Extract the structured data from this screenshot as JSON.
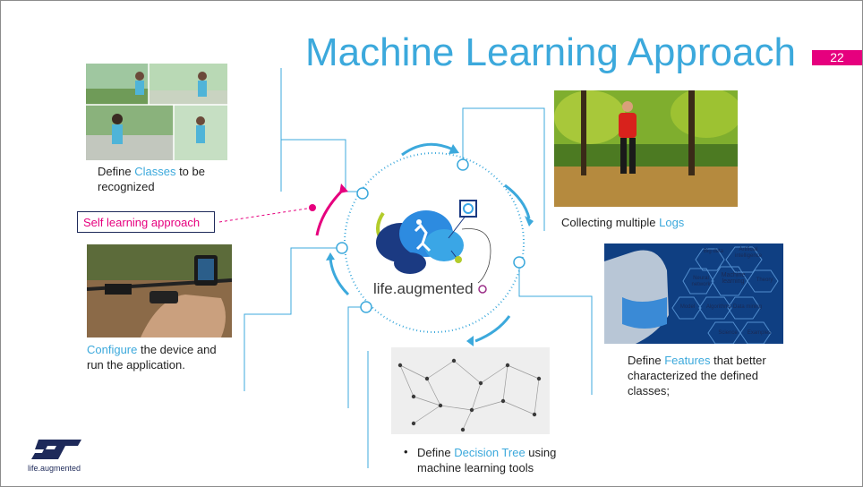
{
  "slide": {
    "title": "Machine Learning Approach",
    "page_number": "22"
  },
  "steps": {
    "classes": {
      "prefix": "Define ",
      "highlight": "Classes",
      "suffix": " to be",
      "line2": "recognized"
    },
    "logs": {
      "prefix": "Collecting multiple ",
      "highlight": "Logs"
    },
    "configure": {
      "highlight": "Configure",
      "suffix": " the device and",
      "line2": "run the application."
    },
    "features": {
      "prefix": "Define ",
      "highlight": "Features",
      "suffix": " that better",
      "line2": "characterized the defined",
      "line3": "classes;"
    },
    "tree": {
      "prefix": "Define ",
      "highlight": "Decision Tree",
      "suffix": " using",
      "line2": "machine learning tools"
    }
  },
  "self_learning": "Self learning approach",
  "center_logo": {
    "text": "life.augmented"
  },
  "footer_logo": {
    "text": "life.augmented"
  },
  "brain_words": [
    "Big data",
    "Artificial intelligence",
    "Neural network",
    "Machine learning",
    "Theory",
    "Model",
    "Algorithms",
    "Data mining",
    "Science",
    "Examples"
  ],
  "colors": {
    "accent": "#3ca9dc",
    "magenta": "#e6007e",
    "navy": "#1e2a5a"
  }
}
